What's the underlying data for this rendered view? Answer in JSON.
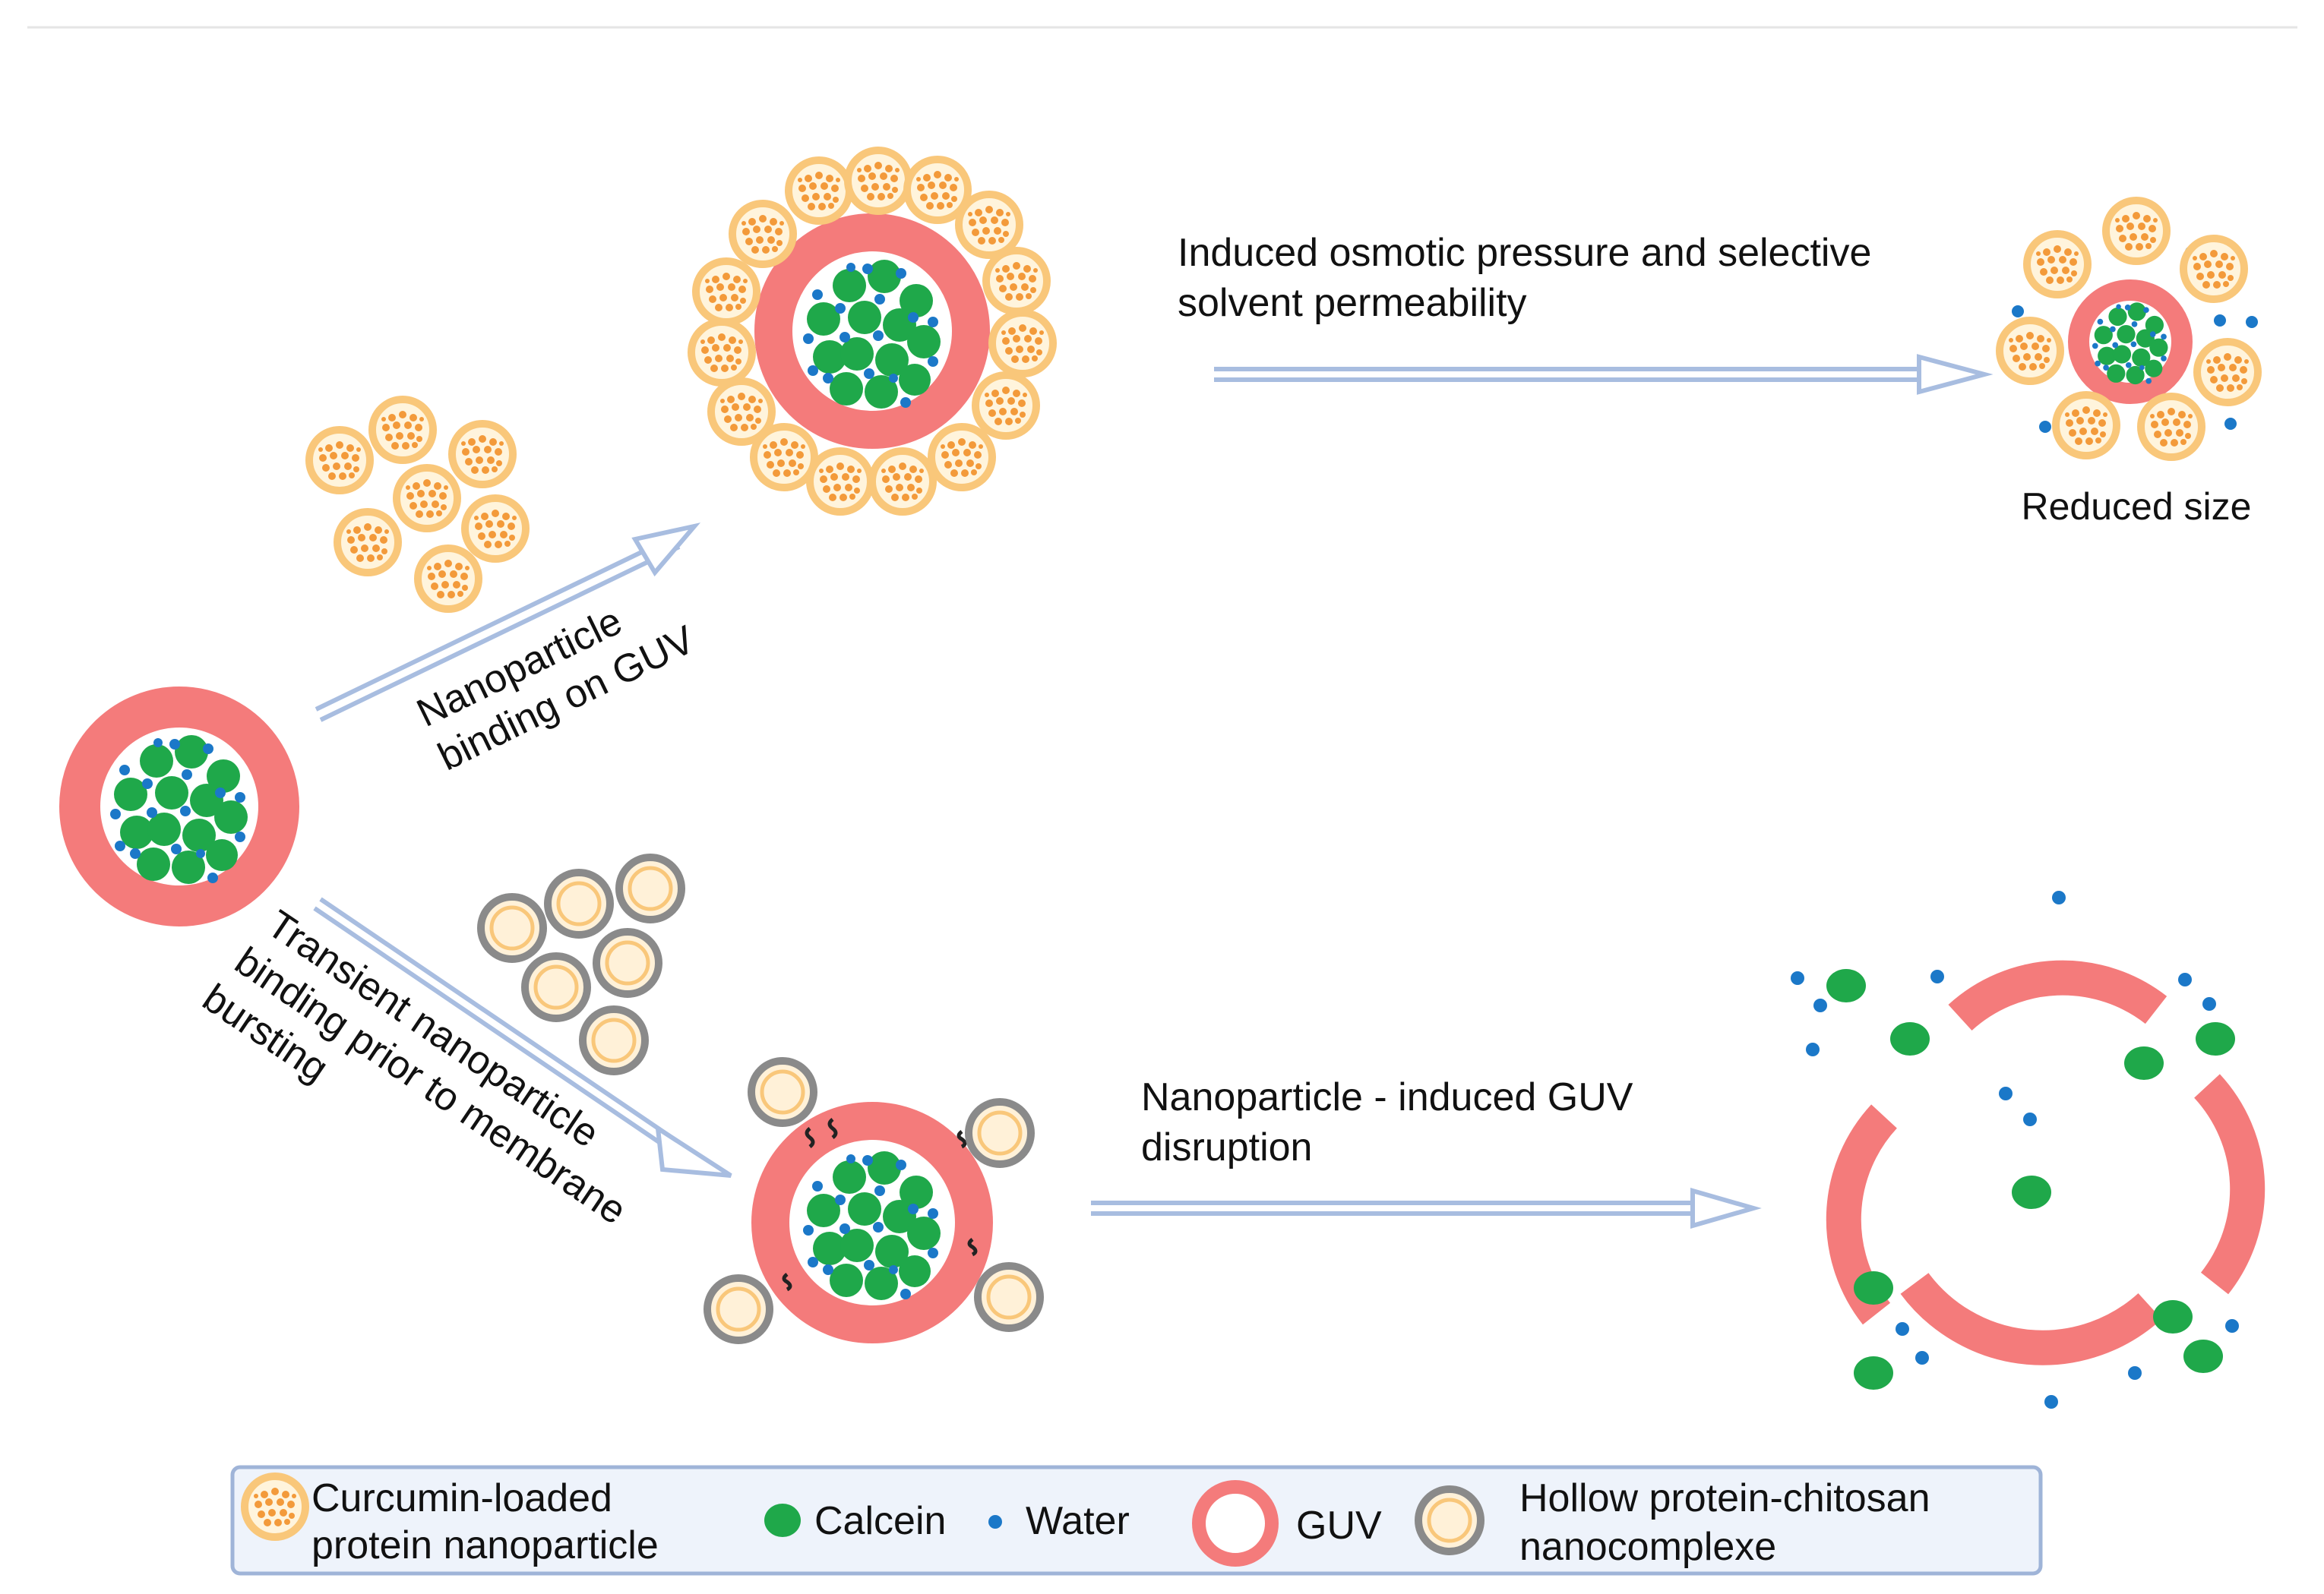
{
  "labels": {
    "osmotic": [
      "Induced osmotic pressure and selective",
      "solvent permeability"
    ],
    "reduced_size": "Reduced size",
    "binding": [
      "Nanoparticle",
      "binding on GUV"
    ],
    "transient": [
      "Transient nanoparticle",
      "binding prior to membrane",
      "bursting"
    ],
    "disruption": [
      "Nanoparticle - induced GUV",
      "disruption"
    ]
  },
  "legend": {
    "curcumin": [
      "Curcumin-loaded",
      "protein nanoparticle"
    ],
    "calcein": "Calcein",
    "water": "Water",
    "guv": "GUV",
    "hollow": [
      "Hollow protein-chitosan",
      "nanocomplexe"
    ]
  },
  "colors": {
    "membrane": "#f47b7b",
    "calcein": "#1fa84a",
    "water": "#1b78c8",
    "curcumin_ring": "#f9c77a",
    "curcumin_fill": "#fff4dc",
    "curcumin_dot": "#f39a3a",
    "hollow_ring": "#8a8a8a",
    "hollow_fill": "#fff1d8",
    "arrow": "#a8bde0",
    "legend_bg": "#eef3fb",
    "legend_border": "#9fb4d8"
  }
}
